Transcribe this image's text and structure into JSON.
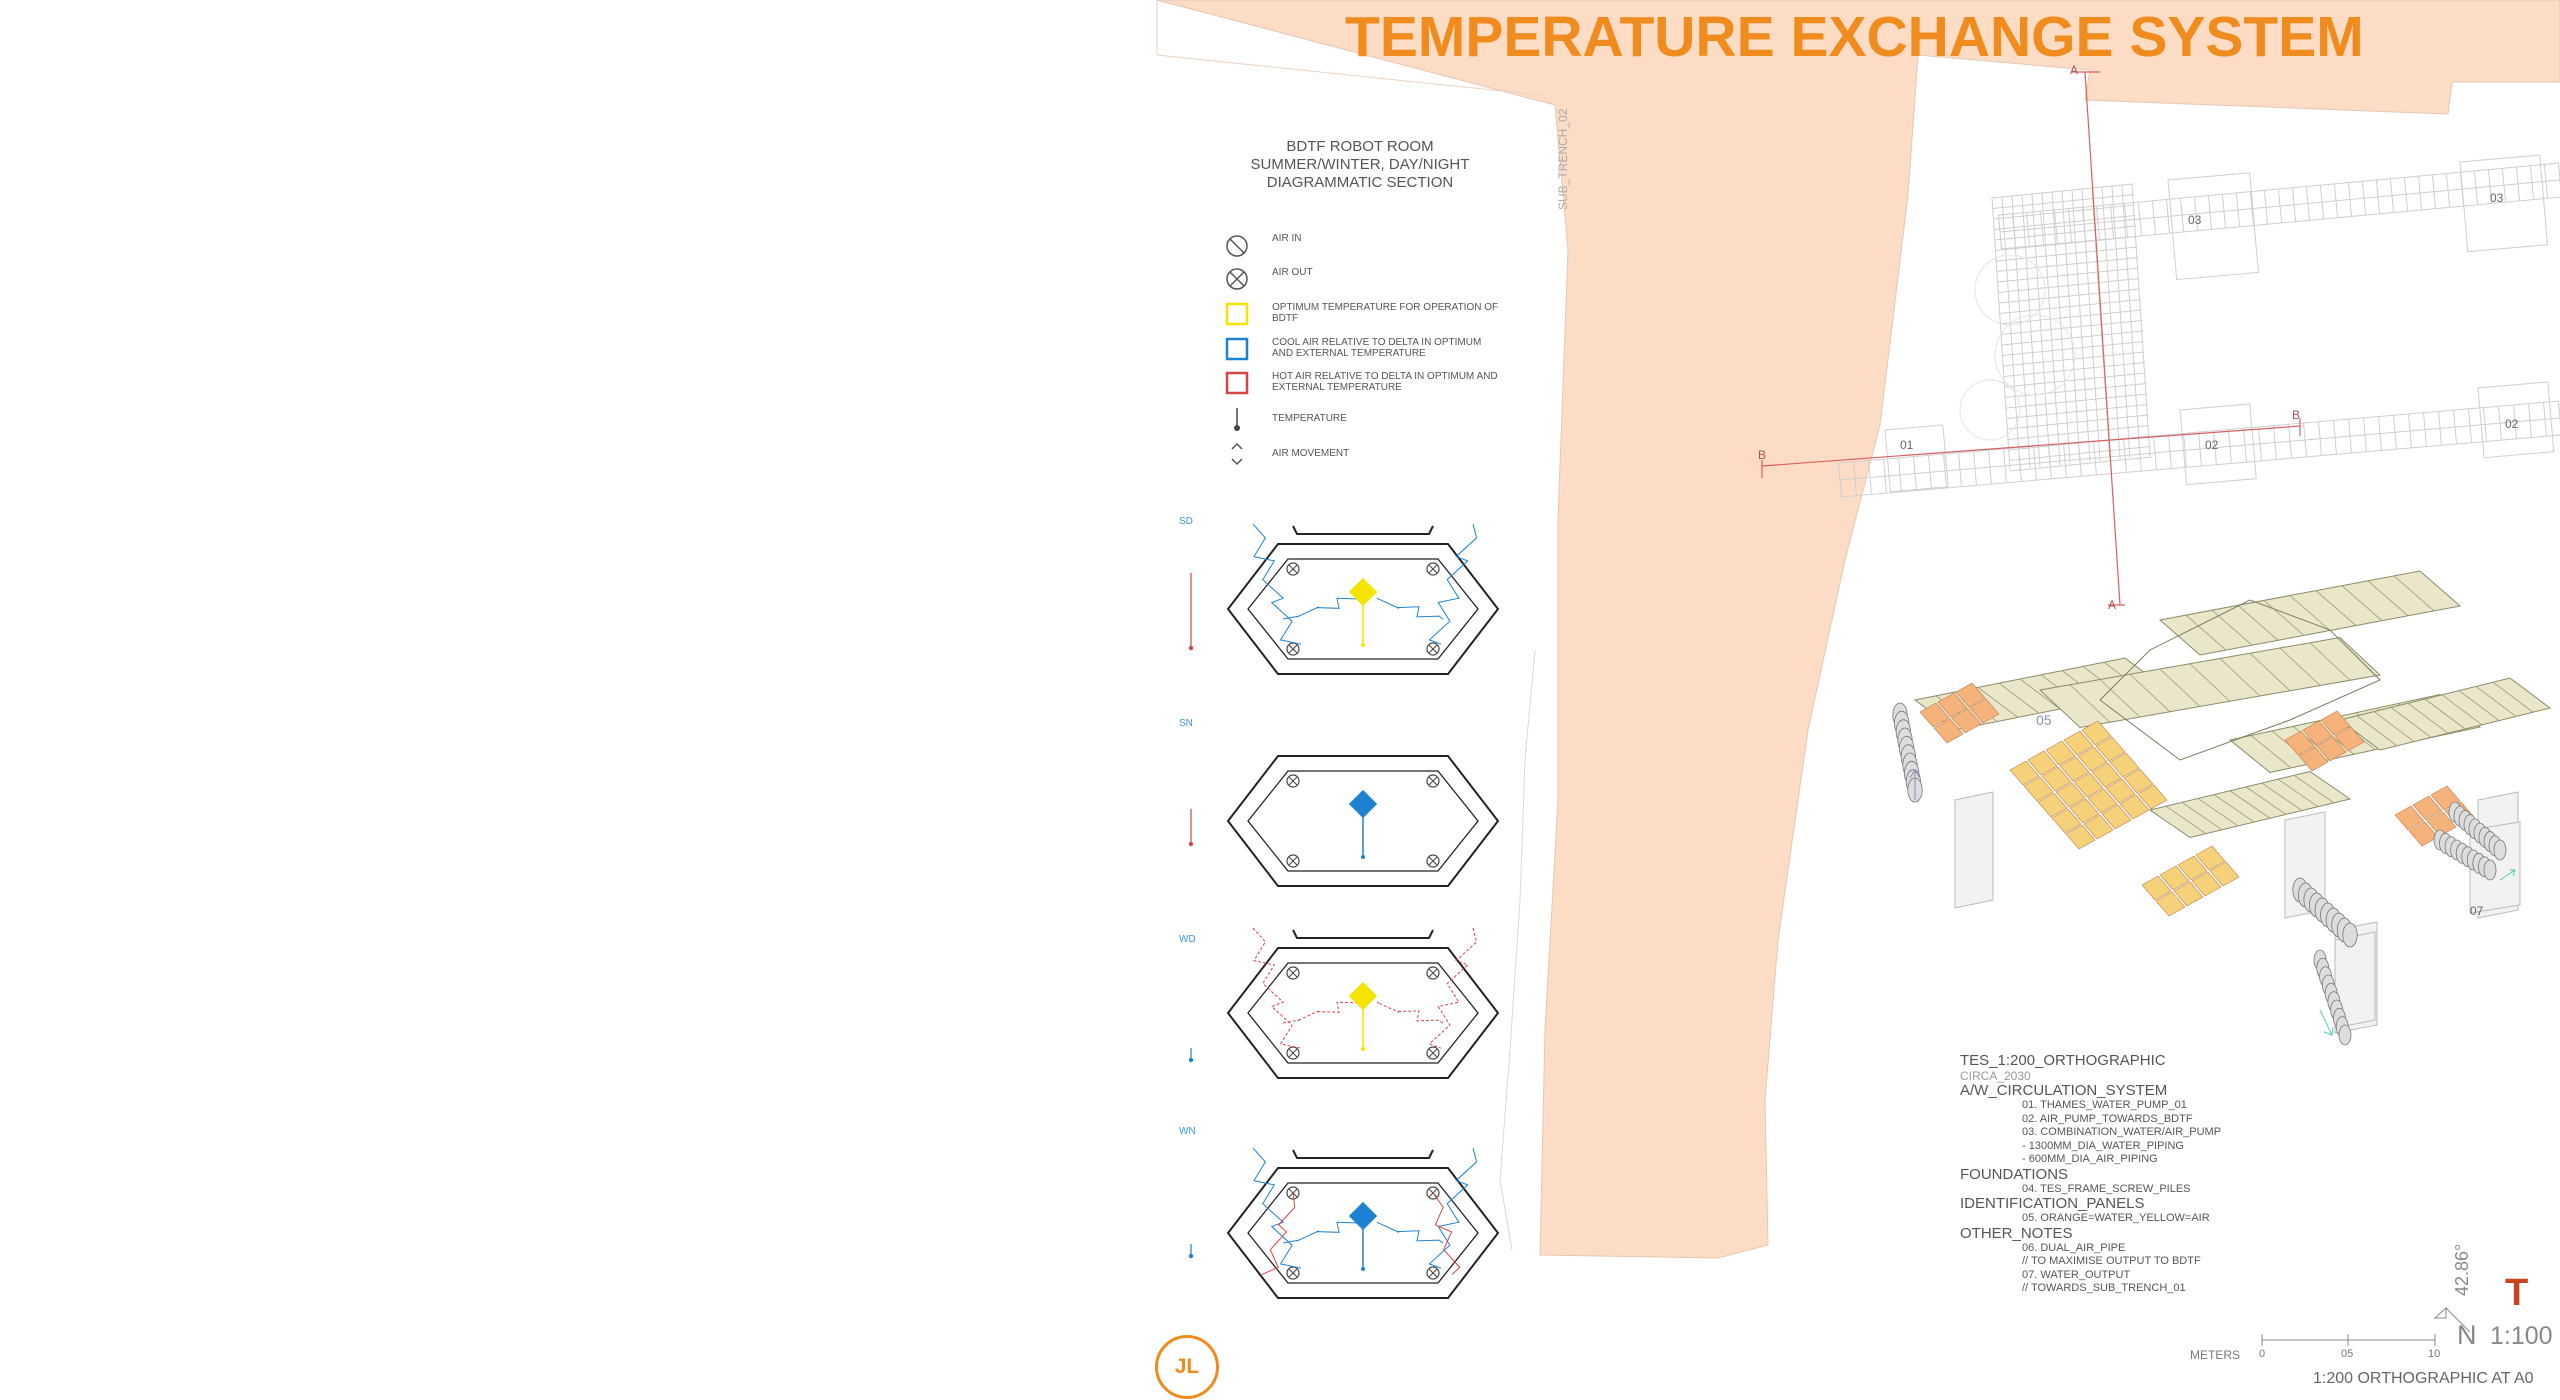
{
  "title": "TEMPERATURE EXCHANGE SYSTEM",
  "colors": {
    "title": "#F08C1E",
    "trench": "#FCDCC4",
    "optimum": "#F5E400",
    "cool": "#1E82D2",
    "hot": "#D24646",
    "section_cut": "#D86060",
    "panel_orange": "#F5B27A",
    "panel_yellow": "#F5D27A"
  },
  "legend": {
    "title_lines": [
      "BDTF ROBOT ROOM",
      "SUMMER/WINTER, DAY/NIGHT",
      "DIAGRAMMATIC SECTION"
    ],
    "items": [
      {
        "icon": "air-in-icon",
        "label": "AIR IN"
      },
      {
        "icon": "air-out-icon",
        "label": "AIR OUT"
      },
      {
        "icon": "optimum-temperature-swatch-icon",
        "label": "OPTIMUM TEMPERATURE FOR OPERATION OF BDTF"
      },
      {
        "icon": "cool-air-swatch-icon",
        "label": "COOL AIR RELATIVE TO DELTA IN OPTIMUM AND EXTERNAL TEMPERATURE"
      },
      {
        "icon": "hot-air-swatch-icon",
        "label": "HOT AIR RELATIVE TO DELTA IN OPTIMUM AND EXTERNAL TEMPERATURE"
      },
      {
        "icon": "temperature-icon",
        "label": "TEMPERATURE"
      },
      {
        "icon": "air-movement-icon",
        "label": "AIR MOVEMENT"
      }
    ]
  },
  "sections": [
    {
      "tag": "SD",
      "state": "hot",
      "flow": "cool",
      "core": "optimum"
    },
    {
      "tag": "SN",
      "state": "hot",
      "flow": "none",
      "core": "cool"
    },
    {
      "tag": "WD",
      "state": "cool",
      "flow": "hot",
      "core": "optimum"
    },
    {
      "tag": "WN",
      "state": "cool",
      "flow": "mixed",
      "core": "cool"
    }
  ],
  "plan": {
    "trench_label": "SUB_TRENCH_02",
    "labels": [
      "01",
      "02",
      "02",
      "03",
      "03"
    ],
    "cut_labels": [
      "A",
      "A",
      "B",
      "B"
    ]
  },
  "axo_labels": [
    "05",
    "07"
  ],
  "notes": {
    "heading": "TES_1:200_ORTHOGRAPHIC",
    "subheading": "CIRCA_2030",
    "groups": [
      {
        "title": "A/W_CIRCULATION_SYSTEM",
        "items": [
          "01. THAMES_WATER_PUMP_01",
          "02. AIR_PUMP_TOWARDS_BDTF",
          "03. COMBINATION_WATER/AIR_PUMP",
          "- 1300MM_DIA_WATER_PIPING",
          "- 600MM_DIA_AIR_PIPING"
        ]
      },
      {
        "title": "FOUNDATIONS",
        "items": [
          "04. TES_FRAME_SCREW_PILES"
        ]
      },
      {
        "title": "IDENTIFICATION_PANELS",
        "items": [
          "05. ORANGE=WATER_YELLOW=AIR"
        ]
      },
      {
        "title": "OTHER_NOTES",
        "items": [
          "06. DUAL_AIR_PIPE",
          "// TO MAXIMISE OUTPUT TO BDTF",
          "07. WATER_OUTPUT",
          "// TOWARDS_SUB_TRENCH_01"
        ]
      }
    ]
  },
  "scale_bar": {
    "unit_label": "METERS",
    "ticks": [
      "0",
      "05",
      "10"
    ],
    "ratio": "1:100",
    "north_angle": "42.86°",
    "north": "N",
    "t_mark": "T",
    "drawing_note": "1:200 ORTHOGRAPHIC AT A0"
  },
  "logo": "JL"
}
